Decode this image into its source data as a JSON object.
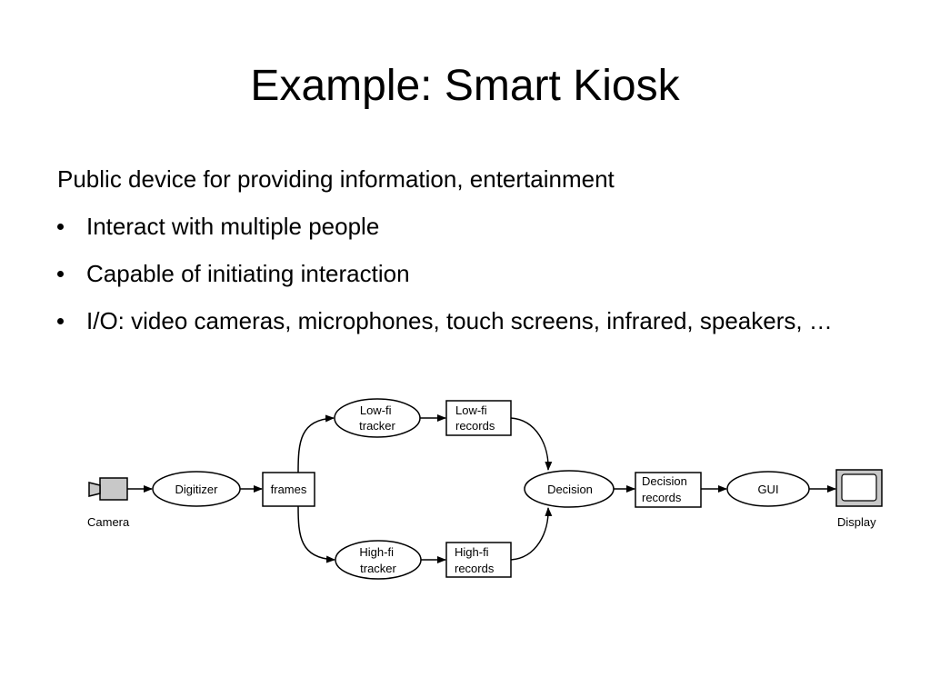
{
  "slide": {
    "title": "Example: Smart Kiosk",
    "lead": "Public device for providing information, entertainment",
    "bullets": [
      "Interact with multiple people",
      "Capable of initiating interaction",
      "I/O: video cameras, microphones, touch screens, infrared, speakers, …"
    ]
  },
  "diagram": {
    "camera_label": "Camera",
    "digitizer": "Digitizer",
    "frames": "frames",
    "lowfi_tracker": [
      "Low-fi",
      "tracker"
    ],
    "lowfi_records": [
      "Low-fi",
      "records"
    ],
    "highfi_tracker": [
      "High-fi",
      "tracker"
    ],
    "highfi_records": [
      "High-fi",
      "records"
    ],
    "decision": "Decision",
    "decision_records": [
      "Decision",
      "records"
    ],
    "gui": "GUI",
    "display_label": "Display"
  }
}
